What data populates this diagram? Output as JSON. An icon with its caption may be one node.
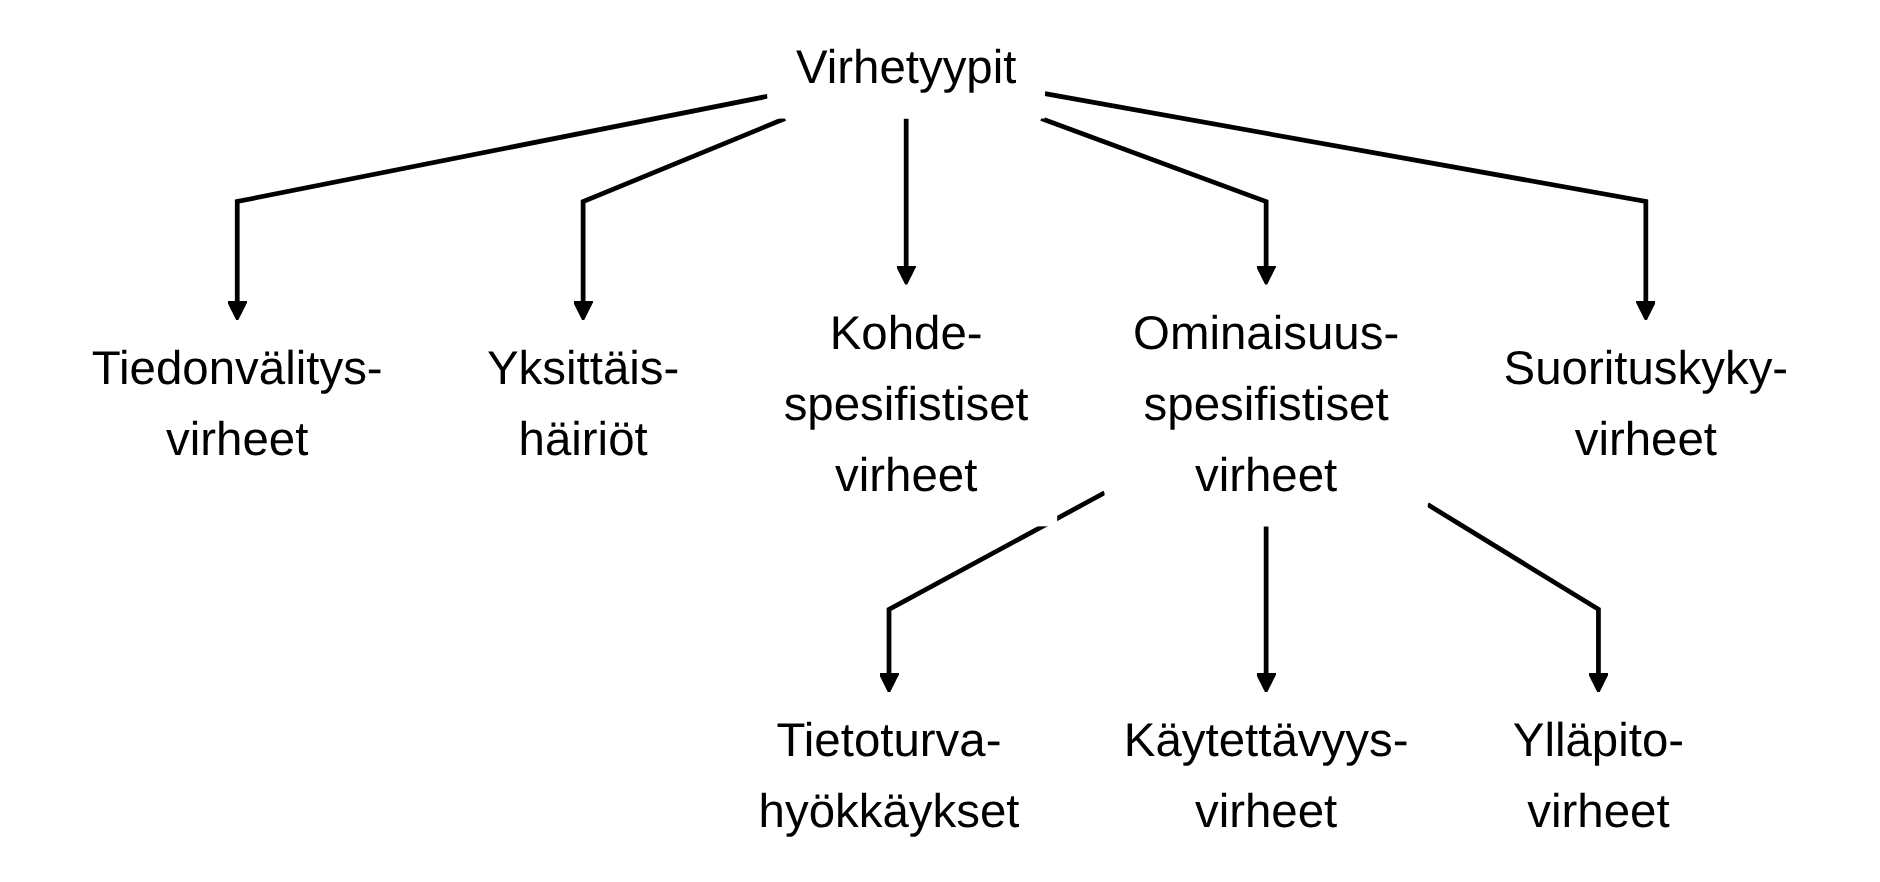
{
  "diagram": {
    "nodes": [
      {
        "text": [
          "Virhetyypit"
        ]
      },
      {
        "text": [
          "Tiedonvälitys- virheet"
        ]
      },
      {
        "text": [
          "Yksittäis- häiriöt"
        ]
      },
      {
        "text": [
          "Kohde- spesifistiset virheet"
        ]
      },
      {
        "text": [
          "Ominaisuus- spesifistiset virheet"
        ]
      },
      {
        "text": [
          "Suorituskyky- virheet"
        ]
      },
      {
        "text": [
          "Tietoturva- hyökkäykset"
        ]
      },
      {
        "text": [
          "Käytettävyys- virheet"
        ]
      },
      {
        "text": [
          "Ylläpito- virheet"
        ]
      }
    ],
    "edges": [
      {
        "from": 0,
        "to": 1,
        "arrow": "to"
      },
      {
        "from": 0,
        "to": 2,
        "arrow": "to"
      },
      {
        "from": 0,
        "to": 3,
        "arrow": "to"
      },
      {
        "from": 0,
        "to": 4,
        "arrow": "to"
      },
      {
        "from": 0,
        "to": 5,
        "arrow": "to"
      },
      {
        "from": 4,
        "to": 6,
        "arrow": "to"
      },
      {
        "from": 4,
        "to": 7,
        "arrow": "to"
      },
      {
        "from": 4,
        "to": 8,
        "arrow": "to"
      }
    ]
  }
}
